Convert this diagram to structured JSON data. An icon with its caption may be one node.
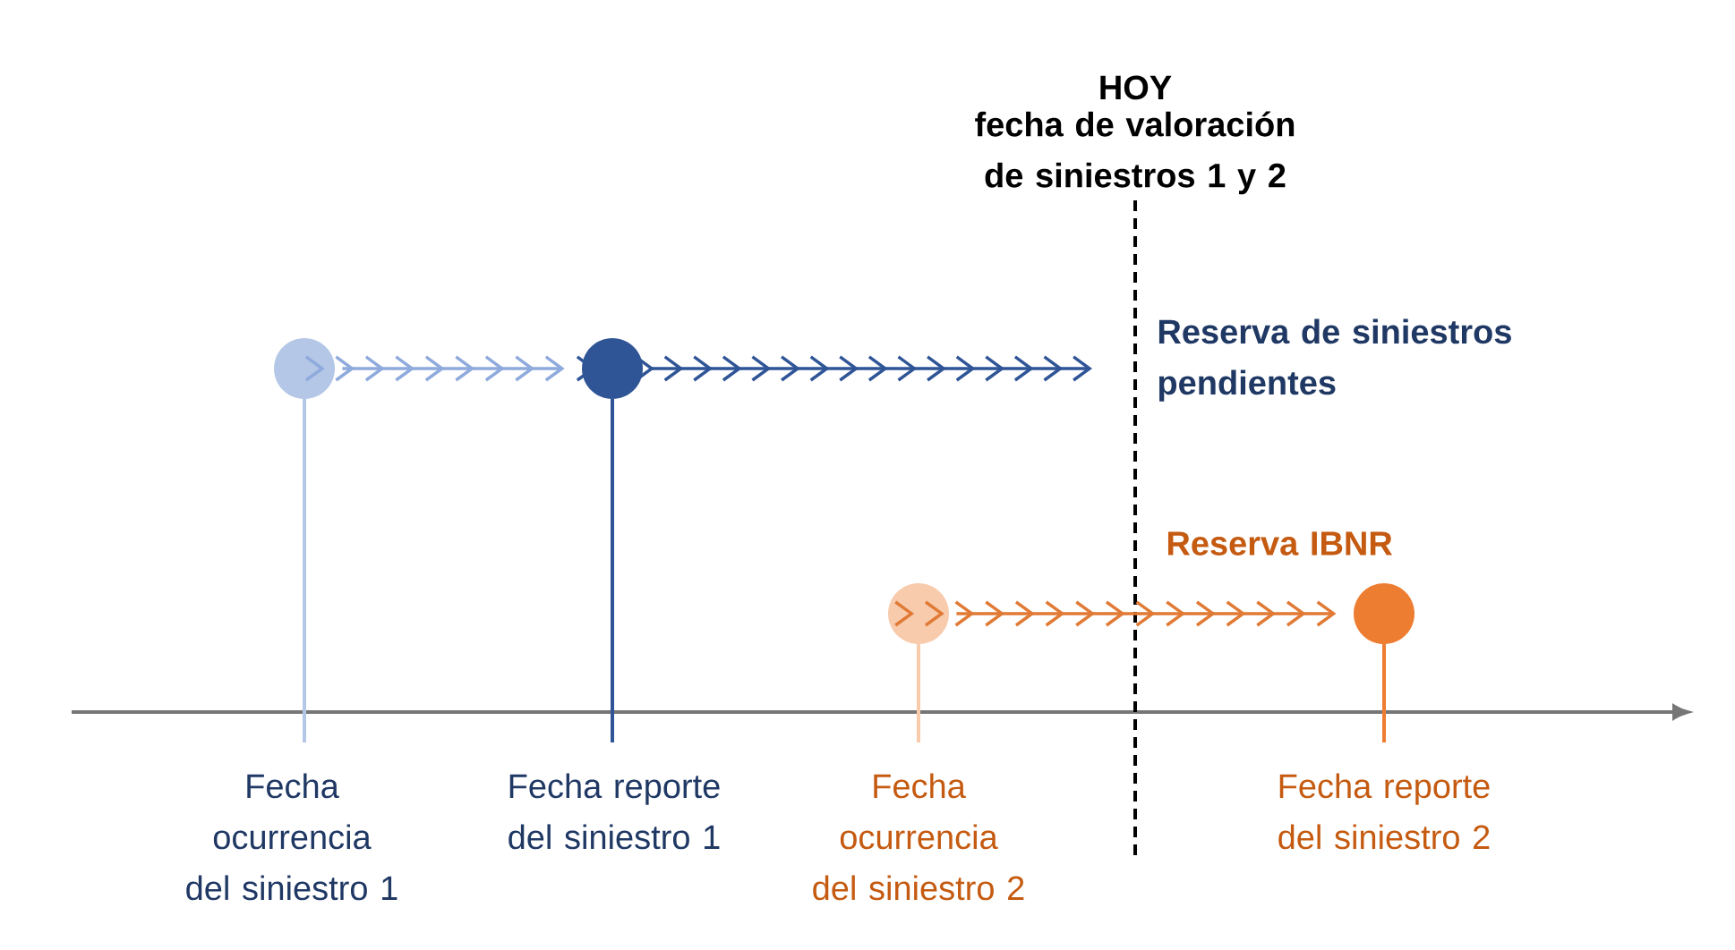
{
  "diagram": {
    "nodes": [
      {
        "text": [],
        "shape": "circle"
      },
      {
        "text": [],
        "shape": "circle"
      },
      {
        "text": [],
        "shape": "circle"
      },
      {
        "text": [],
        "shape": "circle"
      }
    ],
    "edges": [
      {
        "from": 0,
        "to": 1,
        "arrow": "to",
        "color": "#8faadc"
      },
      {
        "from": 1,
        "to": null,
        "arrow": "to",
        "color": "#2f5597"
      },
      {
        "from": 2,
        "to": 3,
        "arrow": "to",
        "color": "#e07a35"
      }
    ],
    "labels": [
      "HOY",
      "fecha de valoración de siniestros 1 y 2",
      "Reserva de siniestros pendientes",
      "Reserva IBNR",
      "Fecha ocurrencia del siniestro 1",
      "Fecha reporte del siniestro 1",
      "Fecha ocurrencia del siniestro 2",
      "Fecha reporte del siniestro 2"
    ]
  }
}
